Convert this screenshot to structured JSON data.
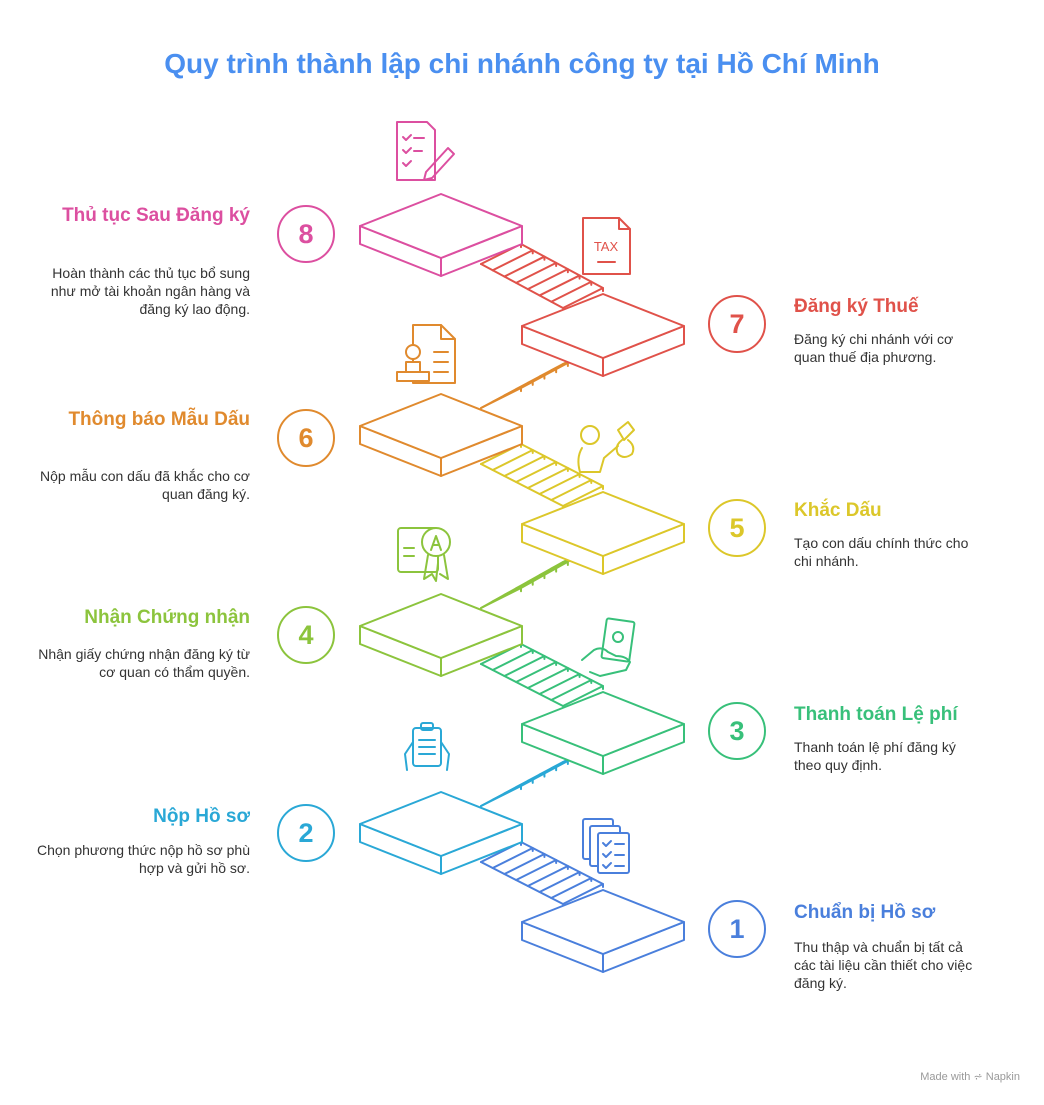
{
  "title": "Quy trình thành lập chi nhánh công ty tại Hồ Chí Minh",
  "steps": [
    {
      "number": "1",
      "title": "Chuẩn bị Hồ sơ",
      "desc": "Thu thập và chuẩn bị tất cả các tài liệu cần thiết cho việc đăng ký.",
      "color": "#4a7fdc",
      "icon": "documents-checklist-icon"
    },
    {
      "number": "2",
      "title": "Nộp Hồ sơ",
      "desc": "Chọn phương thức nộp hồ sơ phù hợp và gửi hồ sơ.",
      "color": "#2aa8d6",
      "icon": "clipboard-hands-icon"
    },
    {
      "number": "3",
      "title": "Thanh toán Lệ phí",
      "desc": "Thanh toán lệ phí đăng ký theo quy định.",
      "color": "#38c07a",
      "icon": "hand-money-icon"
    },
    {
      "number": "4",
      "title": "Nhận Chứng nhận",
      "desc": "Nhận giấy chứng nhận đăng ký từ cơ quan có thẩm quyền.",
      "color": "#8cc43d",
      "icon": "certificate-award-icon"
    },
    {
      "number": "5",
      "title": "Khắc Dấu",
      "desc": "Tạo con dấu chính thức cho chi nhánh.",
      "color": "#dcc72a",
      "icon": "stamp-icon"
    },
    {
      "number": "6",
      "title": "Thông báo Mẫu Dấu",
      "desc": "Nộp mẫu con dấu đã khắc cho cơ quan đăng ký.",
      "color": "#e08a2e",
      "icon": "stamp-document-icon"
    },
    {
      "number": "7",
      "title": "Đăng ký Thuế",
      "desc": "Đăng ký chi nhánh với cơ quan thuế địa phương.",
      "color": "#e0524a",
      "icon": "tax-document-icon"
    },
    {
      "number": "8",
      "title": "Thủ tục Sau Đăng ký",
      "desc": "Hoàn thành các thủ tục bổ sung như mở tài khoản ngân hàng và đăng ký lao động.",
      "color": "#dc4fa0",
      "icon": "checklist-pen-icon"
    }
  ],
  "tax_icon_text": "TAX",
  "footer": {
    "made_with": "Made with",
    "brand": "Napkin"
  }
}
